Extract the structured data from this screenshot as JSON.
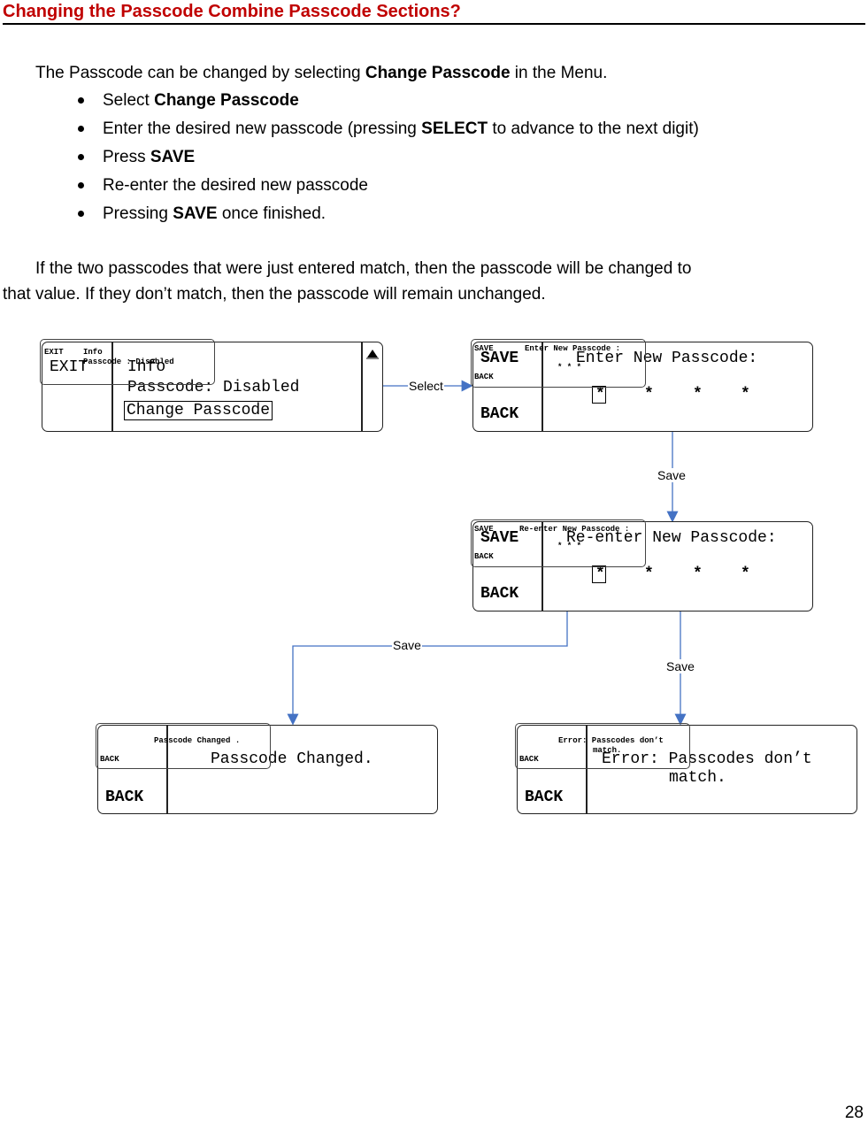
{
  "heading": "Changing the Passcode Combine Passcode Sections?",
  "intro": {
    "pre": "The Passcode can be changed by selecting ",
    "bold": "Change Passcode",
    "post": " in the Menu."
  },
  "steps": [
    {
      "pre": "Select ",
      "bold": "Change Passcode",
      "post": ""
    },
    {
      "pre": "Enter the desired new passcode (pressing ",
      "bold": "SELECT",
      "post": " to advance to the next digit)"
    },
    {
      "pre": "Press ",
      "bold": "SAVE",
      "post": ""
    },
    {
      "pre": "Re-enter the desired new passcode",
      "bold": "",
      "post": ""
    },
    {
      "pre": "Pressing ",
      "bold": "SAVE",
      "post": " once finished."
    }
  ],
  "explanation": {
    "line1": "If the two passcodes that were just entered match, then the passcode will be changed to",
    "line2": "that value.  If they don’t match, then the passcode will remain unchanged."
  },
  "screens": {
    "info": {
      "left_label": "EXIT",
      "title": "Info",
      "status": "Passcode: Disabled",
      "option": "Change Passcode",
      "scroll_icon": "scroll-up-icon",
      "ghost": {
        "left": "EXIT",
        "title": "Info",
        "status": "Passcode : Disabled"
      }
    },
    "enter": {
      "top_label": "SAVE",
      "bottom_label": "BACK",
      "title": "Enter New Passcode:",
      "digits": [
        "*",
        "*",
        "*",
        "*"
      ],
      "ghost": {
        "top": "SAVE",
        "title": "Enter New Passcode :",
        "bottom": "BACK",
        "digits": "*   *   *"
      }
    },
    "reenter": {
      "top_label": "SAVE",
      "bottom_label": "BACK",
      "title": "Re-enter New Passcode:",
      "digits": [
        "*",
        "*",
        "*",
        "*"
      ],
      "ghost": {
        "top": "SAVE",
        "title": "Re-enter New Passcode :",
        "bottom": "BACK",
        "digits": "*   *   *"
      }
    },
    "changed": {
      "bottom_label": "BACK",
      "message": "Passcode Changed.",
      "ghost": {
        "title": "Passcode Changed .",
        "bottom": "BACK"
      }
    },
    "error": {
      "bottom_label": "BACK",
      "message_line1": "Error: Passcodes don’t",
      "message_line2": "match.",
      "ghost": {
        "line1": "Error: Passcodes don’t",
        "line2": "match.",
        "bottom": "BACK"
      }
    }
  },
  "flow_labels": {
    "select": "Select",
    "save1": "Save",
    "save_match": "Save",
    "save_mismatch": "Save"
  },
  "connector_color": "#4472c4",
  "page_number": "28"
}
